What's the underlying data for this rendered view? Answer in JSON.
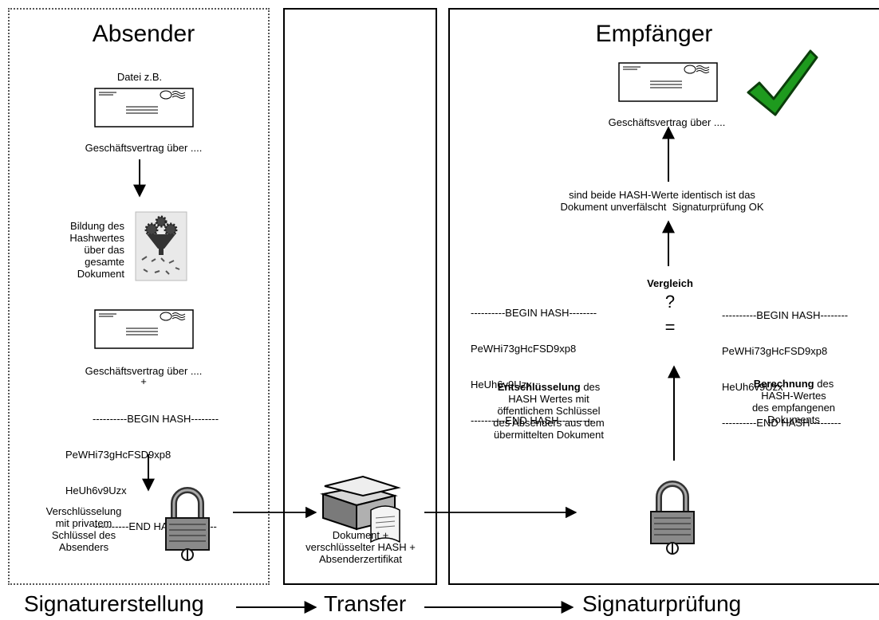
{
  "columns": {
    "sender": "Absender",
    "receiver": "Empfänger"
  },
  "sender": {
    "file_label": "Datei z.B.",
    "contract_text": "Geschäftsvertrag über ....",
    "hash_step": [
      "Bildung des",
      "Hashwertes",
      "über das",
      "gesamte",
      "Dokument"
    ],
    "contract_text_2": "Geschäftsvertrag über ....",
    "plus": "+",
    "hash_block": [
      "----------BEGIN HASH--------",
      "PeWHi73gHcFSD9xp8",
      "HeUh6v9Uzx",
      "----------END HASH----------"
    ],
    "encrypt_step": [
      "Verschlüsselung",
      "mit privatem",
      "Schlüssel des",
      "Absenders"
    ]
  },
  "transfer": {
    "package_text": [
      "Dokument +",
      "verschlüsselter HASH +",
      "Absenderzertifikat"
    ]
  },
  "receiver": {
    "contract_text": "Geschäftsvertrag über ....",
    "result_text": [
      "sind beide HASH-Werte identisch ist das",
      "Dokument unverfälscht  Signaturprüfung OK"
    ],
    "compare_label": "Vergleich",
    "question_mark": "?",
    "equals": "=",
    "hash_left": [
      "----------BEGIN HASH--------",
      "PeWHi73gHcFSD9xp8",
      "HeUh6v9Uzx",
      "----------END HASH----------"
    ],
    "hash_right": [
      "----------BEGIN HASH--------",
      "PeWHi73gHcFSD9xp8",
      "HeUh6v9Uzx",
      "----------END HASH---------"
    ],
    "decrypt_bold": "Entschlüsselung",
    "decrypt_first_rest": " des",
    "decrypt_lines": [
      "HASH Wertes mit",
      "öffentlichem Schlüssel",
      "des Absenders aus dem",
      "übermittelten Dokument"
    ],
    "compute_bold": "Berechnung",
    "compute_first_rest": " des",
    "compute_lines": [
      "HASH-Wertes",
      "des empfangenen",
      "Dokuments"
    ]
  },
  "stages": {
    "creation": "Signaturerstellung",
    "transfer": "Transfer",
    "verification": "Signaturprüfung"
  },
  "colors": {
    "checkmark_fill": "#1e9a1e",
    "checkmark_stroke": "#0b3d0b",
    "envelope_border": "#000000",
    "lock_body": "#8a8a8a"
  }
}
